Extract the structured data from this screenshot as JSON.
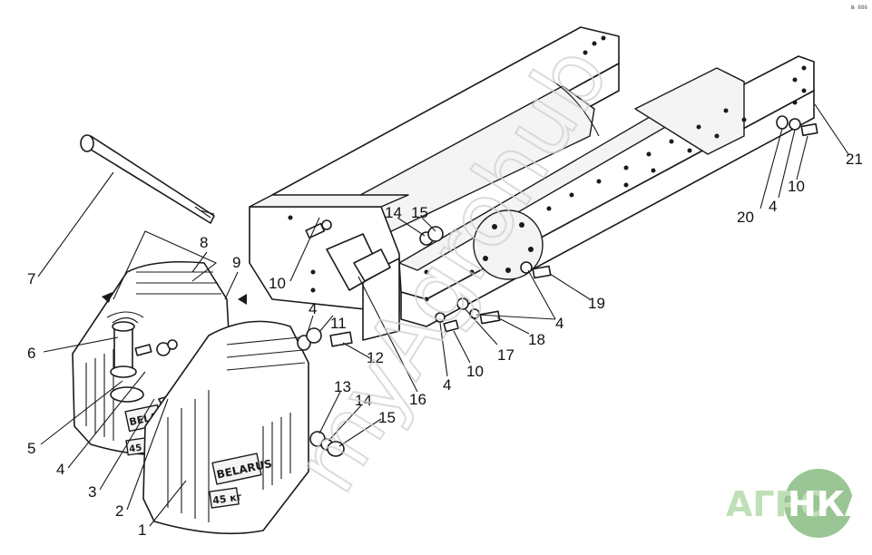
{
  "diagram": {
    "callouts": [
      "7",
      "8",
      "9",
      "6",
      "5",
      "4",
      "3",
      "2",
      "1",
      "10",
      "4",
      "11",
      "12",
      "13",
      "14",
      "15",
      "16",
      "14",
      "15",
      "4",
      "10",
      "17",
      "18",
      "4",
      "19",
      "20",
      "4",
      "10",
      "21"
    ],
    "embossed": {
      "brand_front": "BELARUS",
      "brand_back": "BELARUS",
      "mass_front": "45 кг",
      "mass_back": "45 кг"
    },
    "watermark": "myAgrohub",
    "logo": {
      "left": "АГРО",
      "right": "НКА"
    },
    "corner_mark": "№ 886"
  }
}
